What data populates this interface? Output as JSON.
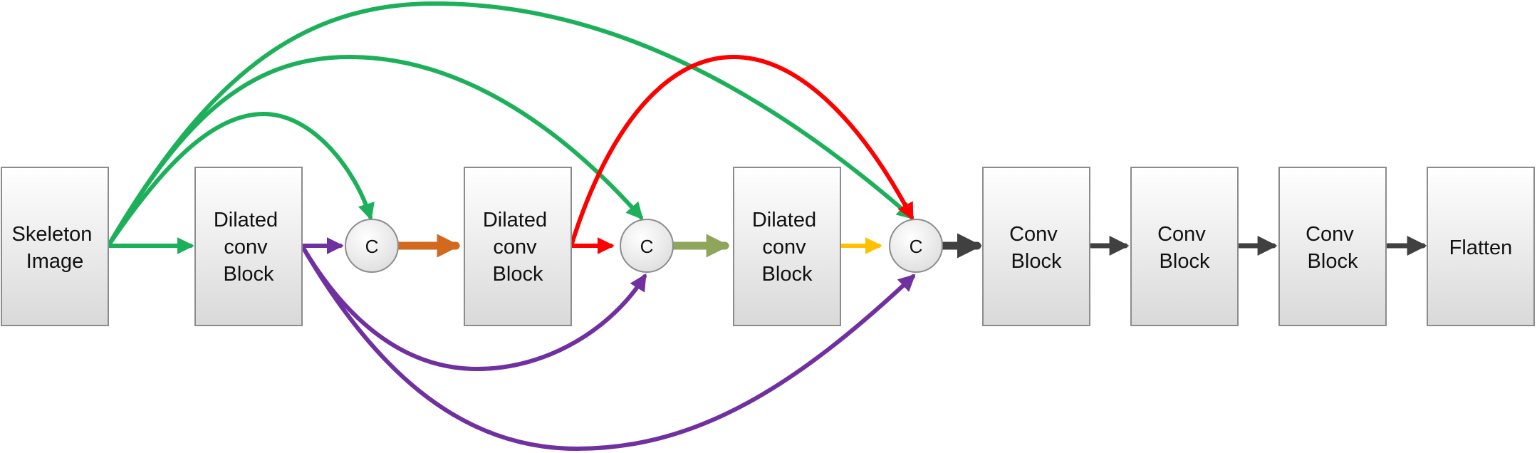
{
  "diagram": {
    "nodes": {
      "skeleton": {
        "lines": [
          "Skeleton",
          "Image"
        ]
      },
      "dilated1": {
        "lines": [
          "Dilated",
          "conv",
          "Block"
        ]
      },
      "dilated2": {
        "lines": [
          "Dilated",
          "conv",
          "Block"
        ]
      },
      "dilated3": {
        "lines": [
          "Dilated",
          "conv",
          "Block"
        ]
      },
      "conv1": {
        "lines": [
          "Conv",
          "Block"
        ]
      },
      "conv2": {
        "lines": [
          "Conv",
          "Block"
        ]
      },
      "conv3": {
        "lines": [
          "Conv",
          "Block"
        ]
      },
      "flatten": {
        "lines": [
          "Flatten"
        ]
      },
      "concat1": {
        "label": "C"
      },
      "concat2": {
        "label": "C"
      },
      "concat3": {
        "label": "C"
      }
    },
    "edge_colors": {
      "skeleton_skip": "#1DB05A",
      "dilated1_skip": "#7030A0",
      "dilated2_skip": "#FF0000",
      "c1_out": "#D2691E",
      "c2_out": "#8FA55A",
      "d3_out": "#FFC000",
      "c3_out": "#404040"
    },
    "edges": [
      {
        "from": "skeleton",
        "to": "dilated1",
        "color": "skeleton_skip"
      },
      {
        "from": "skeleton",
        "to": "concat1",
        "color": "skeleton_skip"
      },
      {
        "from": "skeleton",
        "to": "concat2",
        "color": "skeleton_skip"
      },
      {
        "from": "skeleton",
        "to": "concat3",
        "color": "skeleton_skip"
      },
      {
        "from": "dilated1",
        "to": "concat1",
        "color": "dilated1_skip"
      },
      {
        "from": "dilated1",
        "to": "concat2",
        "color": "dilated1_skip"
      },
      {
        "from": "dilated1",
        "to": "concat3",
        "color": "dilated1_skip"
      },
      {
        "from": "concat1",
        "to": "dilated2",
        "color": "c1_out"
      },
      {
        "from": "dilated2",
        "to": "concat2",
        "color": "dilated2_skip"
      },
      {
        "from": "dilated2",
        "to": "concat3",
        "color": "dilated2_skip"
      },
      {
        "from": "concat2",
        "to": "dilated3",
        "color": "c2_out"
      },
      {
        "from": "dilated3",
        "to": "concat3",
        "color": "d3_out"
      },
      {
        "from": "concat3",
        "to": "conv1",
        "color": "c3_out"
      },
      {
        "from": "conv1",
        "to": "conv2",
        "color": "c3_out"
      },
      {
        "from": "conv2",
        "to": "conv3",
        "color": "c3_out"
      },
      {
        "from": "conv3",
        "to": "flatten",
        "color": "c3_out"
      }
    ]
  }
}
